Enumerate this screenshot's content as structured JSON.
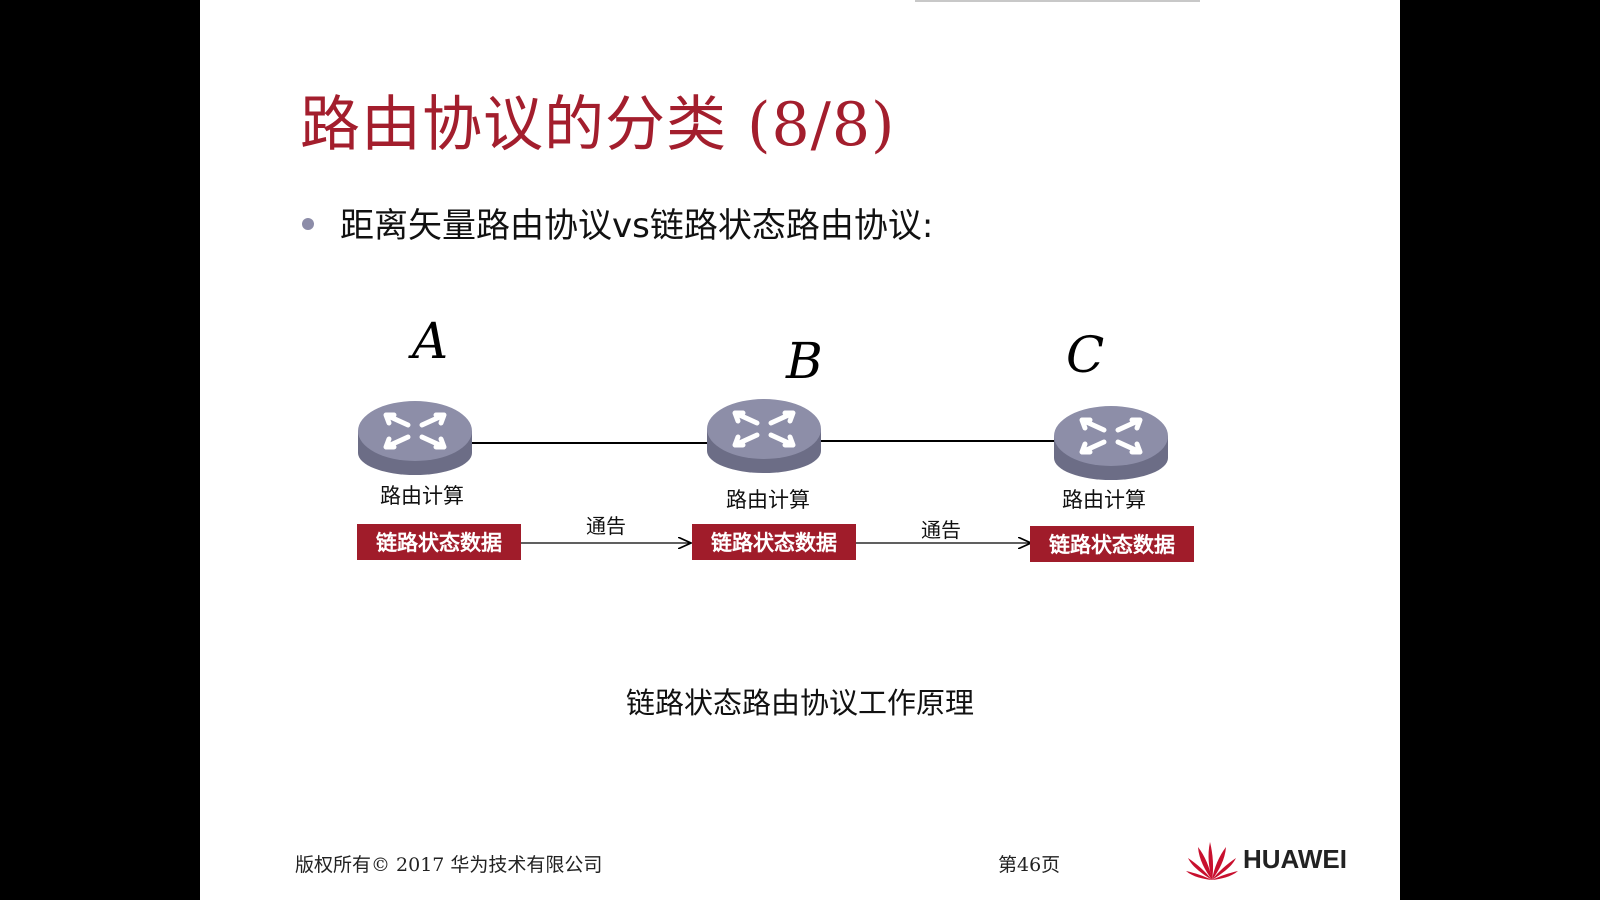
{
  "slide": {
    "title": "路由协议的分类 (8/8)",
    "bullet": "距离矢量路由协议vs链路状态路由协议:",
    "handwritten_letters": [
      "A",
      "B",
      "C"
    ],
    "routers": [
      {
        "calc_label": "路由计算",
        "data_label": "链路状态数据"
      },
      {
        "calc_label": "路由计算",
        "data_label": "链路状态数据"
      },
      {
        "calc_label": "路由计算",
        "data_label": "链路状态数据"
      }
    ],
    "advertise_labels": [
      "通告",
      "通告"
    ],
    "caption": "链路状态路由协议工作原理"
  },
  "footer": {
    "copyright": "版权所有© 2017 华为技术有限公司",
    "page": "第46页",
    "brand": "HUAWEI"
  },
  "colors": {
    "accent_red": "#a31e2d",
    "router_body": "#8d8ea8",
    "background": "#ffffff"
  },
  "icons": [
    "router-icon",
    "huawei-logo-icon"
  ]
}
